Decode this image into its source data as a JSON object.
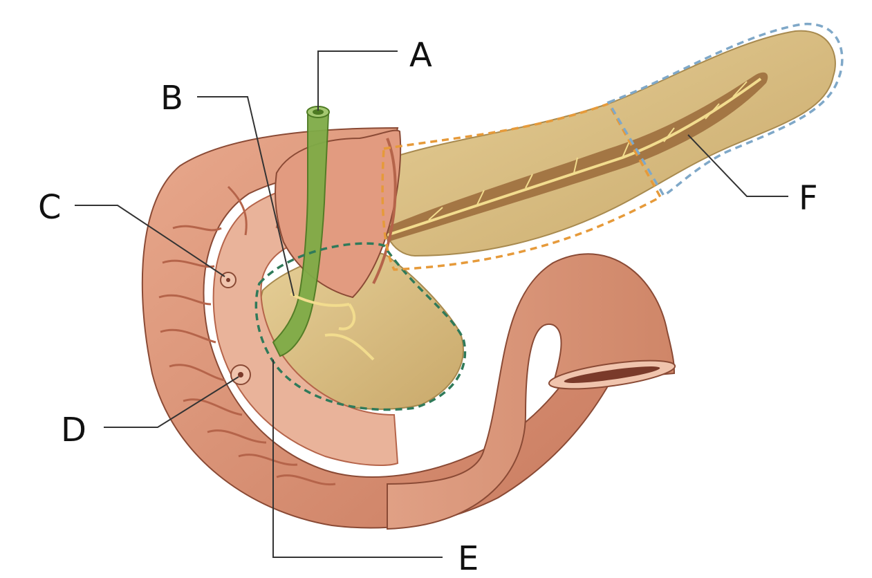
{
  "diagram": {
    "labels": {
      "a": "A",
      "b": "B",
      "c": "C",
      "d": "D",
      "e": "E",
      "f": "F"
    }
  },
  "colors": {
    "pancreas": "#d9bf86",
    "pancreas_outline": "#a88a4f",
    "duodenum": "#d99075",
    "duodenum_dark": "#b5644a",
    "bile_duct": "#6f9a3c",
    "pancreatic_duct": "#8a5a2e",
    "head_outline": "#2f7a5a",
    "body_outline": "#e69a3a",
    "tail_outline": "#7fa8c8",
    "leader_lines": "#333333"
  }
}
